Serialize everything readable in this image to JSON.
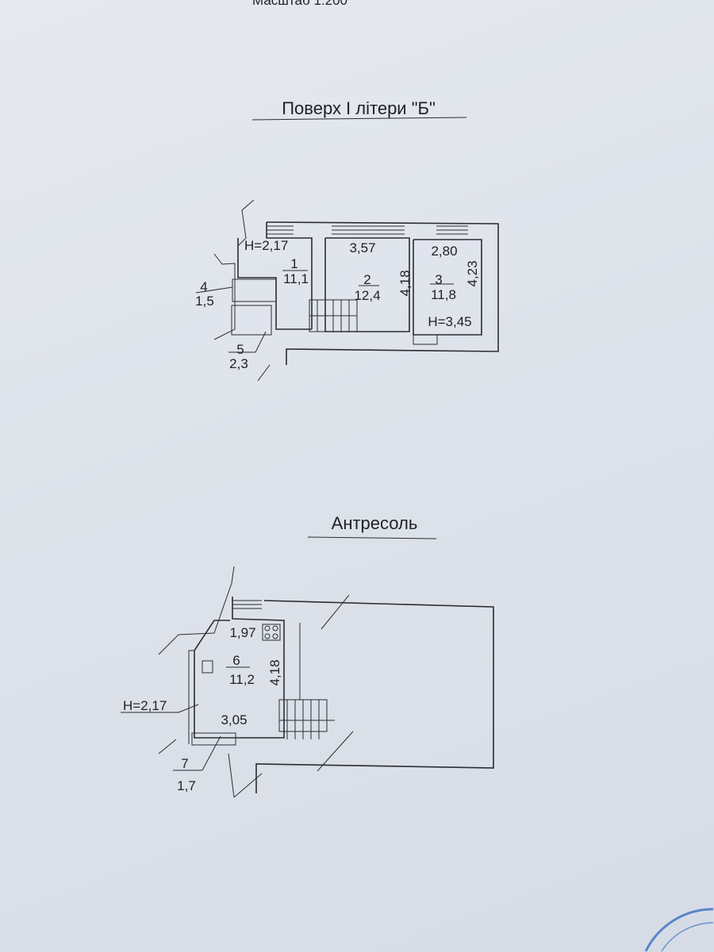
{
  "scale_note": "Масштаб 1:200",
  "floor": {
    "title": "Поверх І літери \"Б\"",
    "height_1": "H=2,17",
    "height_2": "H=3,45",
    "rooms": [
      {
        "number": "1",
        "area": "11,1"
      },
      {
        "number": "2",
        "area": "12,4"
      },
      {
        "number": "3",
        "area": "11,8"
      },
      {
        "number": "4",
        "area": "1,5"
      },
      {
        "number": "5",
        "area": "2,3"
      }
    ],
    "dimensions": [
      "3,57",
      "4,18",
      "2,80",
      "4,23"
    ]
  },
  "mezzanine": {
    "title": "Антресоль",
    "height": "H=2,17",
    "rooms": [
      {
        "number": "6",
        "area": "11,2"
      },
      {
        "number": "7",
        "area": "1,7"
      }
    ],
    "dimensions": [
      "1,97",
      "4,18",
      "3,05"
    ]
  },
  "stamp_color": "#3a6fc4"
}
